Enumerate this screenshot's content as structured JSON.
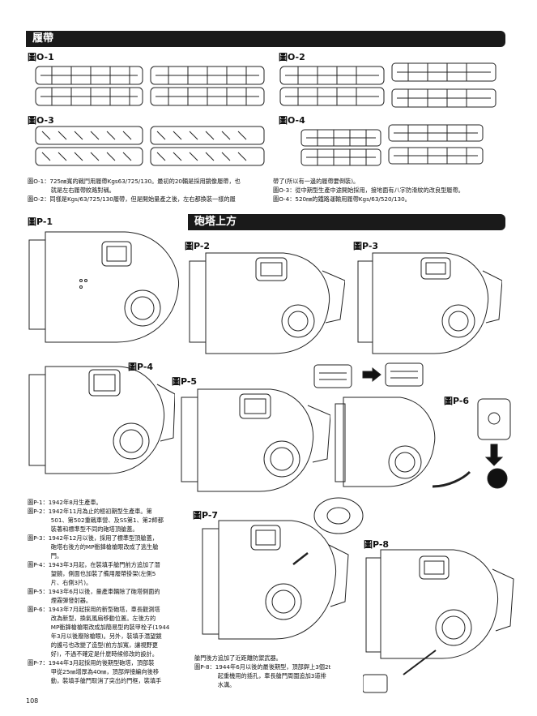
{
  "headers": {
    "tracks": "履帶",
    "turret": "砲塔上方"
  },
  "labels": {
    "o1": "圖O-1",
    "o2": "圖O-2",
    "o3": "圖O-3",
    "o4": "圖O-4",
    "p1": "圖P-1",
    "p2": "圖P-2",
    "p3": "圖P-3",
    "p4": "圖P-4",
    "p5": "圖P-5",
    "p6": "圖P-6",
    "p7": "圖P-7",
    "p8": "圖P-8"
  },
  "track_captions": {
    "left": "圖O-1：725㎜寬的戰鬥用履帶Kgs63/725/130。最初的20輛是採用鏡像履帶，也\n　　　　就是左右履帶紋路對稱。\n圖O-2：同樣是Kgs/63/725/130履帶，但是開始量產之後，左右都換裝一樣的履",
    "right": "帶了(所以有一邊的履帶要倒裝)。\n圖O-3：從中期型生產中途開始採用，接地面有八字防滑紋的改良型履帶。\n圖O-4：520㎜的鐵路運輸用履帶Kgs/63/520/130。"
  },
  "turret_captions": {
    "left": "圖P-1：1942年8月生產車。\n圖P-2：1942年11月為止的極初期型生產車。第\n　　　　501、第502重戰車營、及SS第1、第2師都\n　　　　裝著和標準型不同的砲塔頂艙蓋。\n圖P-3：1942年12月以後，採用了標準型頂艙蓋，\n　　　　砲塔右後方的MP衝鋒槍槍眼改成了逃生艙\n　　　　門。\n圖P-4：1943年3月起，在裝填手艙門前方追加了潛\n　　　　望鏡，側面也加裝了備用履帶掛架(左側5\n　　　　片、右側3片)。\n圖P-5：1943年6月以後，量產車輛除了砲塔側面的\n　　　　煙霧彈發射器。\n圖P-6：1943年7月起採用的新型砲塔，車長觀測塔\n　　　　改為新型，換氣風扇移動位置。左後方的\n　　　　MP衝鋒槍槍眼改成加簡易型的裝甲栓子(1944\n　　　　年3月以後廢除槍眼)。另外，裝填手潛望鏡\n　　　　的護弓也改變了造型(前方加寬，讓視野更\n　　　　好)，不過不確定是什麼時候修改的設計。\n圖P-7：1944年3月起採用的後期型砲塔，頂部裝\n　　　　甲從25㎜增厚為40㎜，頂部焊接編向後移\n　　　　動，裝填手艙門取消了突出的門框，裝填手",
    "right": "艙門後方追加了近距離防禦武器。\n圖P-8：1944年6月以後的最後期型，頂部銲上3個2t\n　　　　起重機用的插孔，車長艙門周圍追加3道排\n　　　　水溝。"
  },
  "page_number": "108"
}
